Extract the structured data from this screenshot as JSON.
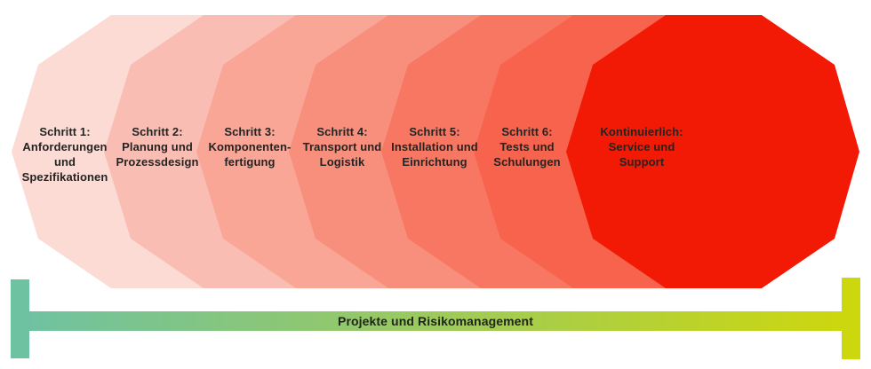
{
  "diagram": {
    "background_color": "#ffffff",
    "text_color": "#242422",
    "steps": [
      {
        "id": "step-1",
        "label": "Schritt 1:\nAnforderungen\nund\nSpezifikationen",
        "color": "#fcdbd5"
      },
      {
        "id": "step-2",
        "label": "Schritt 2:\nPlanung und\nProzessdesign",
        "color": "#fabdb3"
      },
      {
        "id": "step-3",
        "label": "Schritt 3:\nKomponenten-\nfertigung",
        "color": "#f9a697"
      },
      {
        "id": "step-4",
        "label": "Schritt 4:\nTransport und\nLogistik",
        "color": "#f88f7d"
      },
      {
        "id": "step-5",
        "label": "Schritt 5:\nInstallation und\nEinrichtung",
        "color": "#f87763"
      },
      {
        "id": "step-6",
        "label": "Schritt 6:\nTests und\nSchulungen",
        "color": "#f7634c"
      },
      {
        "id": "step-7",
        "label": "Kontinuierlich:\nService und\nSupport",
        "color": "#f21a04"
      }
    ],
    "timeline": {
      "label": "Projekte und Risikomanagement",
      "start_color": "#6fc2a1",
      "mid_color": "#93c86a",
      "end_color": "#ccd70e"
    }
  }
}
